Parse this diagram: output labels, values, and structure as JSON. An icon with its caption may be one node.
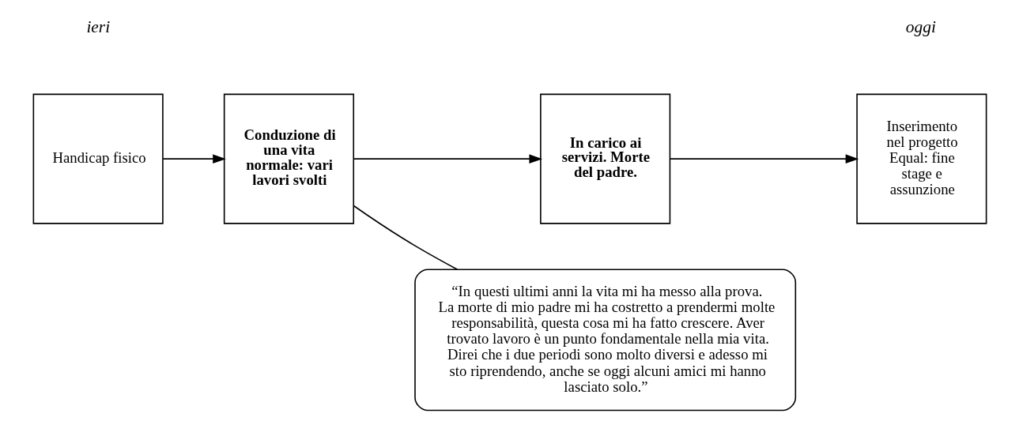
{
  "diagram": {
    "nodes": [
      {
        "text": [
          "Handicap fisico"
        ]
      },
      {
        "text": [
          "Conduzione di una vita normale: vari lavori svolti"
        ]
      },
      {
        "text": [
          "In carico ai servizi. Morte del padre."
        ]
      },
      {
        "text": [
          "Inserimento nel progetto Equal: fine stage e assunzione"
        ]
      },
      {
        "text": [
          "“In questi ultimi anni la vita mi ha messo alla prova. La morte di mio padre mi ha costretto a prendermi molte responsabilità, questa cosa mi ha fatto crescere. Aver trovato lavoro è un punto fondamentale nella mia vita. Direi che i due periodi sono molto diversi e adesso mi sto riprendendo, anche se oggi alcuni amici mi hanno lasciato solo.”"
        ]
      }
    ],
    "edges": [
      {
        "from": 0,
        "to": 1,
        "arrow": "to"
      },
      {
        "from": 1,
        "to": 2,
        "arrow": "to"
      },
      {
        "from": 2,
        "to": 3,
        "arrow": "to"
      },
      {
        "from": 4,
        "to": 1,
        "arrow": "none"
      }
    ],
    "labels": [
      "ieri",
      "oggi"
    ]
  }
}
